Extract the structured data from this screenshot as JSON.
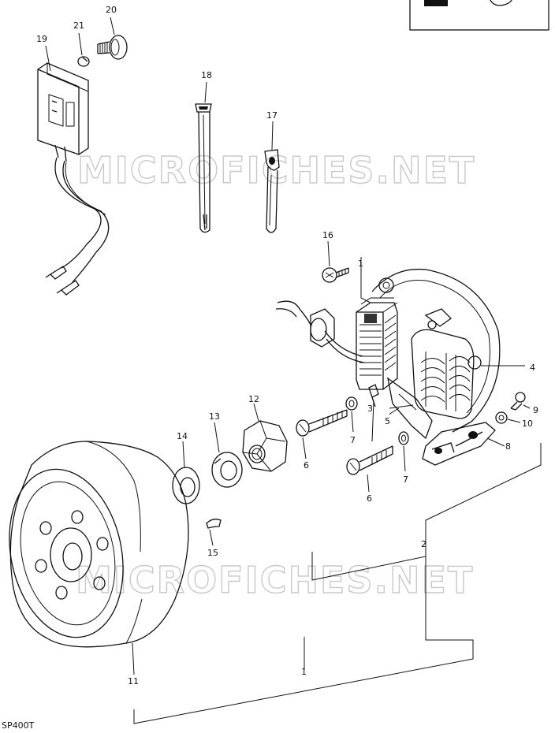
{
  "watermark": "MICROFICHES.NET",
  "footer_code": "SP400T",
  "part_labels": {
    "p1": "1",
    "p2": "2",
    "p3": "3",
    "p4": "4",
    "p5": "5",
    "p6a": "6",
    "p6b": "6",
    "p7a": "7",
    "p7b": "7",
    "p8": "8",
    "p9": "9",
    "p10": "10",
    "p11": "11",
    "p12": "12",
    "p13": "13",
    "p14": "14",
    "p15": "15",
    "p16": "16",
    "p17": "17",
    "p18": "18",
    "p19": "19",
    "p20": "20",
    "p21": "21"
  }
}
